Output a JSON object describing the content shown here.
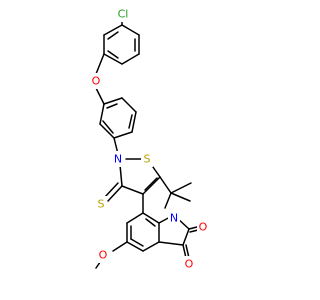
{
  "molecule": {
    "atoms": {
      "cl": {
        "label": "Cl",
        "color": "#1fa01f"
      },
      "o_ether": {
        "label": "O",
        "color": "#ff0000"
      },
      "n_ring": {
        "label": "N",
        "color": "#0000ff"
      },
      "s_ring": {
        "label": "S",
        "color": "#b8a000"
      },
      "s_thione": {
        "label": "S",
        "color": "#b8a000"
      },
      "n_core": {
        "label": "N",
        "color": "#0000ff"
      },
      "o_carbonyl_1": {
        "label": "O",
        "color": "#ff0000"
      },
      "o_carbonyl_2": {
        "label": "O",
        "color": "#ff0000"
      },
      "o_methoxy": {
        "label": "O",
        "color": "#ff0000"
      }
    }
  }
}
